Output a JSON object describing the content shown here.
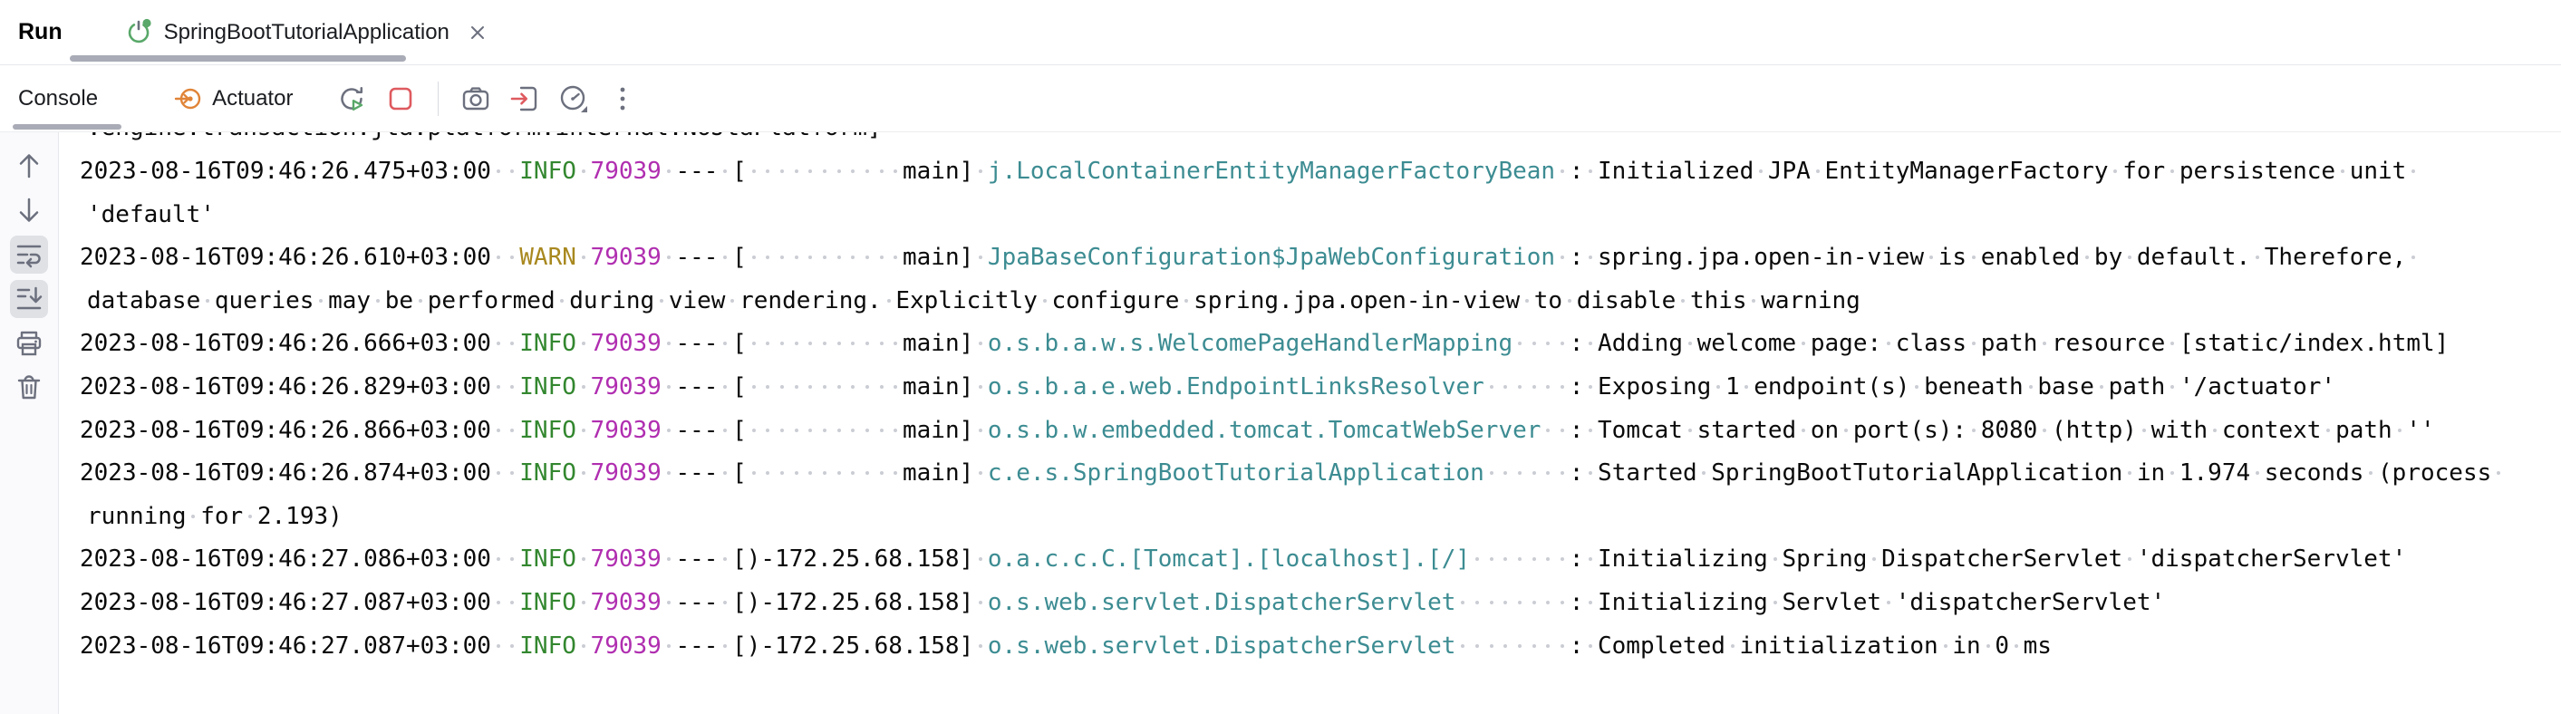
{
  "header": {
    "run_label": "Run",
    "tab_title": "SpringBootTutorialApplication"
  },
  "toolbar": {
    "console_tab": "Console",
    "actuator_tab": "Actuator"
  },
  "icons": {
    "spring-boot-run-icon": "green spring-boot power glyph with green status dot",
    "close-icon": "thin gray x",
    "actuator-icon": "orange circle target with incoming arrow",
    "rerun-icon": "gray circular arrow with green play triangle",
    "stop-icon": "red rounded square outline",
    "screenshot-icon": "gray camera outline",
    "attach-icon": "gray rounded box with red arrow entering",
    "gauge-icon": "gray speedometer with dropdown corner triangle",
    "more-options-icon": "vertical three dots",
    "scroll-up-icon": "up arrow",
    "scroll-down-icon": "down arrow",
    "soft-wrap-icon": "text lines with return loop arrow (enabled)",
    "scroll-to-end-icon": "text lines with down arrow to bottom line (enabled)",
    "print-icon": "printer outline",
    "clear-console-icon": "trash can outline"
  },
  "colors": {
    "info": "#33872F",
    "warn": "#A8881F",
    "pid": "#B02EB0",
    "logger": "#3C8C92",
    "actuator_orange": "#E08438",
    "stop_red": "#DE5A5F",
    "run_green": "#59A869",
    "icon_gray": "#6C707E",
    "whitespace_dot": "#CBCDD4"
  },
  "console": {
    "clipped_line": ".engine.transaction.jta.platform.internal.NoJtaPlatform]",
    "lines": [
      {
        "ts": "2023-08-16T09:46:26.475+03:00",
        "level": "INFO",
        "pid": "79039",
        "thread": "main",
        "logger": "j.LocalContainerEntityManagerFactoryBean",
        "message": "Initialized JPA EntityManagerFactory for persistence unit 'default'"
      },
      {
        "ts": "2023-08-16T09:46:26.610+03:00",
        "level": "WARN",
        "pid": "79039",
        "thread": "main",
        "logger": "JpaBaseConfiguration$JpaWebConfiguration",
        "message": "spring.jpa.open-in-view is enabled by default. Therefore, database queries may be performed during view rendering. Explicitly configure spring.jpa.open-in-view to disable this warning"
      },
      {
        "ts": "2023-08-16T09:46:26.666+03:00",
        "level": "INFO",
        "pid": "79039",
        "thread": "main",
        "logger": "o.s.b.a.w.s.WelcomePageHandlerMapping",
        "message": "Adding welcome page: class path resource [static/index.html]"
      },
      {
        "ts": "2023-08-16T09:46:26.829+03:00",
        "level": "INFO",
        "pid": "79039",
        "thread": "main",
        "logger": "o.s.b.a.e.web.EndpointLinksResolver",
        "message": "Exposing 1 endpoint(s) beneath base path '/actuator'"
      },
      {
        "ts": "2023-08-16T09:46:26.866+03:00",
        "level": "INFO",
        "pid": "79039",
        "thread": "main",
        "logger": "o.s.b.w.embedded.tomcat.TomcatWebServer",
        "message": "Tomcat started on port(s): 8080 (http) with context path ''"
      },
      {
        "ts": "2023-08-16T09:46:26.874+03:00",
        "level": "INFO",
        "pid": "79039",
        "thread": "main",
        "logger": "c.e.s.SpringBootTutorialApplication",
        "message": "Started SpringBootTutorialApplication in 1.974 seconds (process running for 2.193)"
      },
      {
        "ts": "2023-08-16T09:46:27.086+03:00",
        "level": "INFO",
        "pid": "79039",
        "thread": ")-172.25.68.158",
        "logger": "o.a.c.c.C.[Tomcat].[localhost].[/]",
        "message": "Initializing Spring DispatcherServlet 'dispatcherServlet'"
      },
      {
        "ts": "2023-08-16T09:46:27.087+03:00",
        "level": "INFO",
        "pid": "79039",
        "thread": ")-172.25.68.158",
        "logger": "o.s.web.servlet.DispatcherServlet",
        "message": "Initializing Servlet 'dispatcherServlet'"
      },
      {
        "ts": "2023-08-16T09:46:27.087+03:00",
        "level": "INFO",
        "pid": "79039",
        "thread": ")-172.25.68.158",
        "logger": "o.s.web.servlet.DispatcherServlet",
        "message": "Completed initialization in 0 ms"
      }
    ]
  }
}
